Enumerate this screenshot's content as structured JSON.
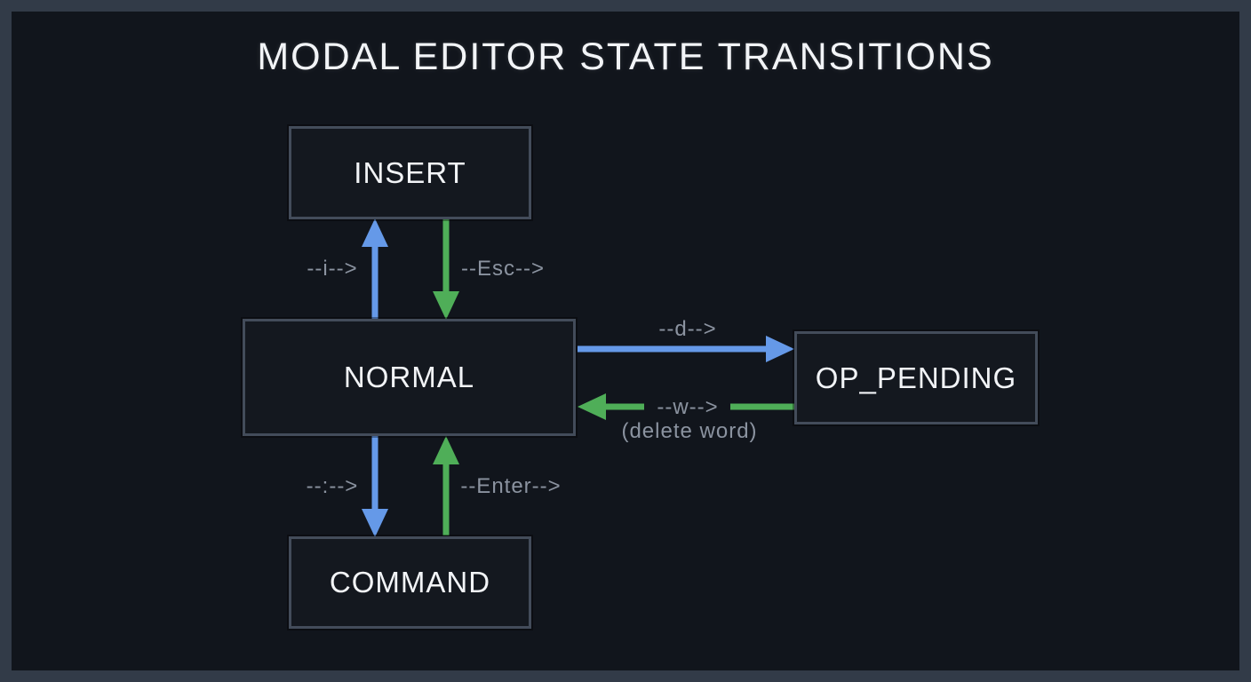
{
  "title": "MODAL EDITOR STATE TRANSITIONS",
  "colors": {
    "background": "#11151c",
    "frame": "#323b48",
    "box_fill": "#14181f",
    "box_border": "#434c5a",
    "arrow_blue": "#6599e8",
    "arrow_green": "#4fae58",
    "label_gray": "#8b93a0",
    "text": "#f2f4f7"
  },
  "states": [
    {
      "id": "insert",
      "label": "INSERT"
    },
    {
      "id": "normal",
      "label": "NORMAL"
    },
    {
      "id": "op_pending",
      "label": "OP_PENDING"
    },
    {
      "id": "command",
      "label": "COMMAND"
    }
  ],
  "transitions": [
    {
      "from": "normal",
      "to": "insert",
      "label": "--i-->",
      "color": "blue"
    },
    {
      "from": "insert",
      "to": "normal",
      "label": "--Esc-->",
      "color": "green"
    },
    {
      "from": "normal",
      "to": "op_pending",
      "label": "--d-->",
      "color": "blue"
    },
    {
      "from": "op_pending",
      "to": "normal",
      "label": "--w-->",
      "sublabel": "(delete word)",
      "color": "green"
    },
    {
      "from": "normal",
      "to": "command",
      "label": "--:-->",
      "color": "blue"
    },
    {
      "from": "command",
      "to": "normal",
      "label": "--Enter-->",
      "color": "green"
    }
  ]
}
